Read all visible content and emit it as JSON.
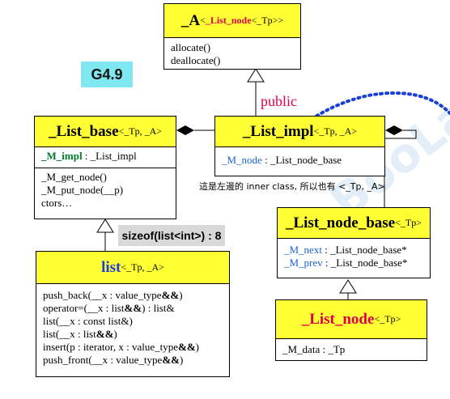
{
  "version_label": "G4.9",
  "public_label": "public",
  "sizeof_label": "sizeof(list<int>) : 8",
  "note": "這是左邊的 inner class, 所以也有 <_Tp, _A>",
  "watermark": "BooLan",
  "colors": {
    "class_header": "#ffff33",
    "version_bg": "#7ee7ef",
    "red": "#e0004a",
    "blue": "#1a63d8",
    "green": "#007a2e",
    "dotted": "#1a3fd8"
  },
  "alloc": {
    "name": "_A",
    "targ_open": "<",
    "targ_inner": "_List_node",
    "targ_rest": "<_Tp>>",
    "members": [
      "allocate()",
      "deallocate()"
    ]
  },
  "list_base": {
    "name": "_List_base",
    "targs": "<_Tp, _A>",
    "field_name": "_M_impl",
    "field_type": " : _List_impl",
    "methods": [
      "_M_get_node()",
      "_M_put_node(__p)",
      "ctors…"
    ]
  },
  "list_impl": {
    "name": "_List_impl",
    "targs": "<_Tp, _A>",
    "field_name": "_M_node",
    "field_type": " : _List_node_base"
  },
  "list_node_base": {
    "name": "_List_node_base",
    "targs": "<_Tp>",
    "fields": [
      {
        "name": "_M_next",
        "type": " : _List_node_base*"
      },
      {
        "name": "_M_prev",
        "type": " : _List_node_base*"
      }
    ]
  },
  "list_node": {
    "name": "_List_node",
    "targs": "<_Tp>",
    "fields": [
      "_M_data : _Tp"
    ]
  },
  "list": {
    "name": "list",
    "targs": "<_Tp, _A>",
    "methods": [
      {
        "pre": "push_back(__x : value_type",
        "amp": "&&",
        "post": ")"
      },
      {
        "pre": "operator=(__x : list",
        "amp": "&&",
        "post": ") : list&"
      },
      {
        "pre": "list(__x : const list&)",
        "amp": "",
        "post": ""
      },
      {
        "pre": "list(__x : list",
        "amp": "&&",
        "post": ")"
      },
      {
        "pre": "insert(p : iterator, x : value_type",
        "amp": "&&",
        "post": ")"
      },
      {
        "pre": "push_front(__x : value_type",
        "amp": "&&",
        "post": ")"
      }
    ]
  }
}
